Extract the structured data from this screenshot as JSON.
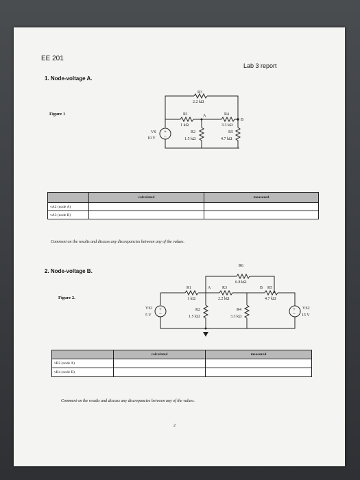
{
  "header": {
    "course": "EE 201",
    "lab": "Lab 3 report",
    "page_number": "2"
  },
  "section1": {
    "title": "1. Node-voltage A.",
    "figure_label": "Figure 1",
    "circuit": {
      "r1": "R1",
      "r1_value": "1 kΩ",
      "r2": "R2",
      "r2_value": "1.5 kΩ",
      "r3": "R3",
      "r3_value": "2.2 kΩ",
      "r4": "R4",
      "r4_value": "3.3 kΩ",
      "r5": "R5",
      "r5_value": "4.7 kΩ",
      "source": "VS",
      "source_value": "10 V",
      "node_a": "A",
      "node_b": "B"
    },
    "table": {
      "col_calculated": "calculated",
      "col_measured": "measured",
      "row_a": "vA2 (node A)",
      "row_b": "vA3 (node B)"
    },
    "comment": "Comment on the results and discuss any discrepancies between any of the values."
  },
  "section2": {
    "title": "2. Node-voltage B.",
    "figure_label": "Figure 2.",
    "circuit": {
      "r1": "R1",
      "r1_value": "1 kΩ",
      "r2": "R2",
      "r2_value": "1.5 kΩ",
      "r3": "R3",
      "r3_value": "2.2 kΩ",
      "r4": "R4",
      "r4_value": "3.3 kΩ",
      "r5": "R5",
      "r5_value": "4.7 kΩ",
      "r6": "R6",
      "r6_value": "6.8 kΩ",
      "source1": "VS1",
      "source1_value": "5 V",
      "source2": "VS2",
      "source2_value": "15 V",
      "node_a": "A",
      "node_b": "B"
    },
    "table": {
      "col_calculated": "calculated",
      "col_measured": "measured",
      "row_a": "vB2 (node A)",
      "row_b": "vB4 (node B)"
    },
    "comment": "Comment on the results and discuss any discrepancies between any of the values."
  }
}
